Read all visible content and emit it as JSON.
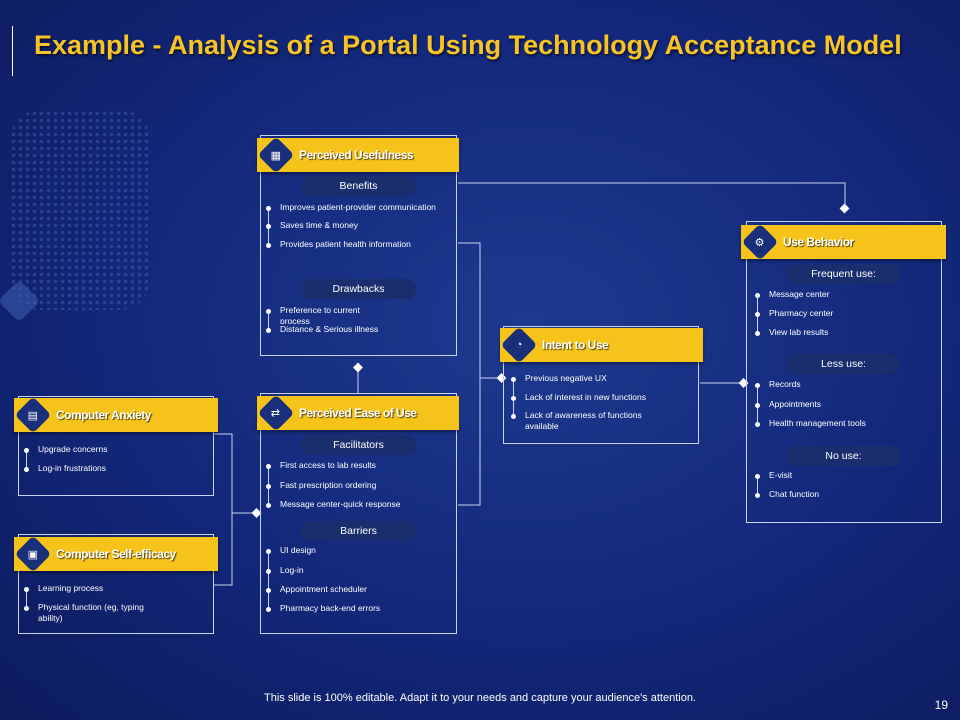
{
  "title": "Example - Analysis of a Portal Using Technology Acceptance Model",
  "footer": "This slide is 100% editable. Adapt it to your needs and capture your audience's attention.",
  "page_number": "19",
  "colors": {
    "accent": "#f5c319",
    "background": "#13277a",
    "pill": "#1a2e6e"
  },
  "perceived_usefulness": {
    "header": "Perceived Usefulness",
    "icon": "usefulness-icon",
    "benefits_label": "Benefits",
    "benefits": [
      "Improves patient-provider communication",
      "Saves time & money",
      "Provides patient health information"
    ],
    "drawbacks_label": "Drawbacks",
    "drawbacks": [
      "Preference to current process",
      "Distance & Serious illness"
    ]
  },
  "perceived_ease": {
    "header": "Perceived Ease of Use",
    "icon": "ease-of-use-icon",
    "facilitators_label": "Facilitators",
    "facilitators": [
      "First access to lab results",
      "Fast prescription  ordering",
      "Message center-quick response"
    ],
    "barriers_label": "Barriers",
    "barriers": [
      "UI design",
      "Log-in",
      "Appointment  scheduler",
      "Pharmacy back-end errors"
    ]
  },
  "computer_anxiety": {
    "header": "Computer Anxiety",
    "icon": "anxiety-icon",
    "items": [
      "Upgrade concerns",
      "Log-in frustrations"
    ]
  },
  "computer_self_efficacy": {
    "header": "Computer Self-efficacy",
    "icon": "self-efficacy-icon",
    "items": [
      "Learning process",
      "Physical function (eg, typing ability)"
    ]
  },
  "intent_to_use": {
    "header": "Intent to Use",
    "icon": "intent-icon",
    "items": [
      "Previous negative UX",
      "Lack of interest in new functions",
      "Lack of awareness of functions available"
    ]
  },
  "use_behavior": {
    "header": "Use Behavior",
    "icon": "behavior-icon",
    "frequent_label": "Frequent use:",
    "frequent": [
      "Message center",
      "Pharmacy center",
      "View lab results"
    ],
    "less_label": "Less use:",
    "less": [
      "Records",
      "Appointments",
      "Health management tools"
    ],
    "no_label": "No use:",
    "no": [
      "E-visit",
      "Chat function"
    ]
  }
}
